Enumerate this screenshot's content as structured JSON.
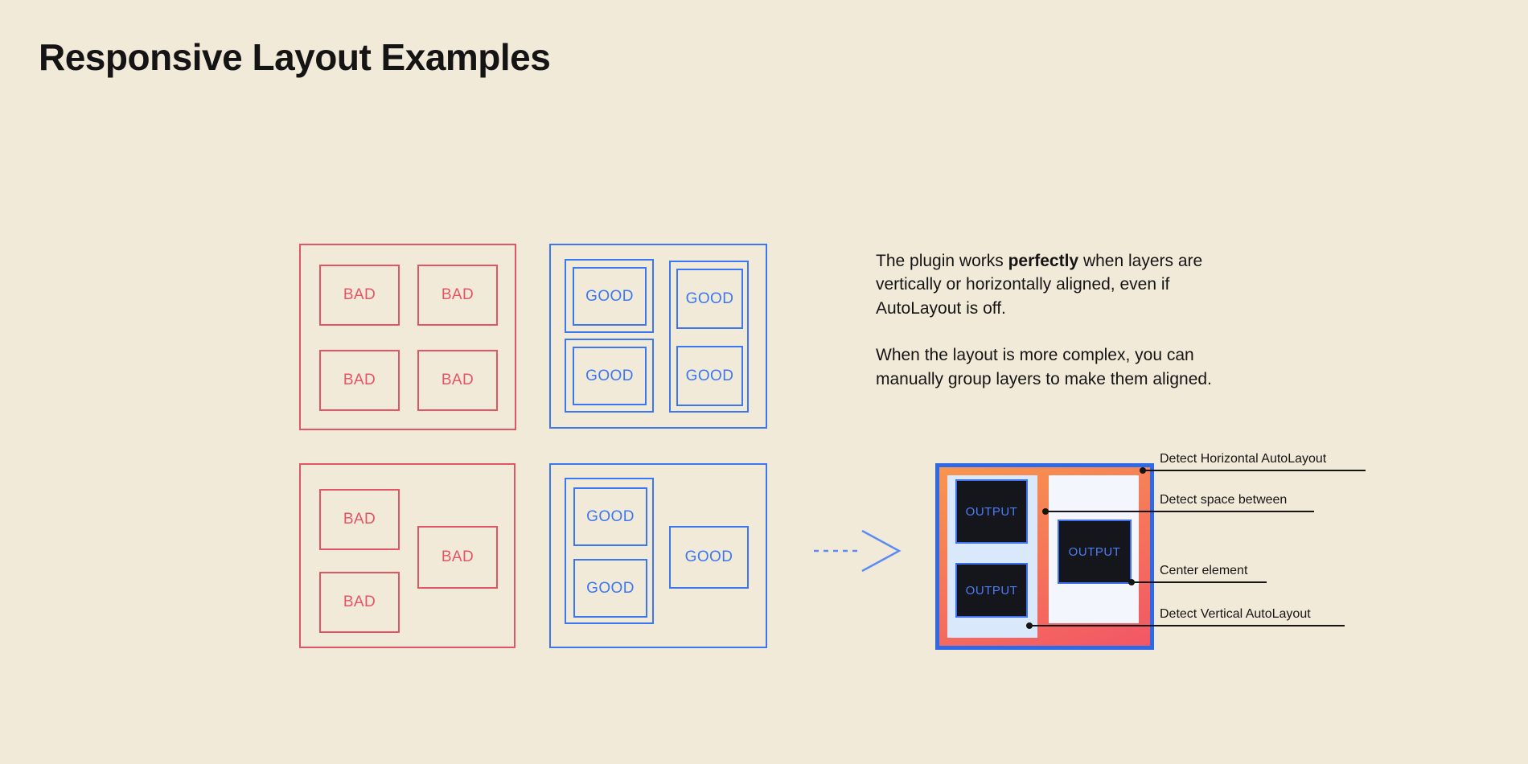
{
  "title": "Responsive Layout Examples",
  "labels": {
    "bad": "BAD",
    "good": "GOOD",
    "output": "OUTPUT"
  },
  "description": {
    "p1_part1": "The plugin works ",
    "p1_bold": "perfectly",
    "p1_part2": " when layers are vertically or horizontally aligned, even if AutoLayout is off.",
    "p2": "When the layout is more complex, you can manually group layers to make them aligned."
  },
  "annotations": [
    {
      "label": "Detect Horizontal AutoLayout"
    },
    {
      "label": "Detect space between"
    },
    {
      "label": "Center element"
    },
    {
      "label": "Detect Vertical AutoLayout"
    }
  ],
  "colors": {
    "background": "#f2ead9",
    "text": "#141414",
    "red": "#e25565",
    "blue": "#3b77f2",
    "arrow": "#5b8cf5",
    "result_border": "#2e6ae8",
    "result_gradient_start": "#f8964e",
    "result_gradient_end": "#f25666",
    "panel_blue": "#d9e9fb",
    "panel_white": "#f3f7fd",
    "output_bg": "#15151c",
    "output_border": "#3f6ff0",
    "output_text": "#4a7ef8",
    "annotation": "#151515"
  }
}
